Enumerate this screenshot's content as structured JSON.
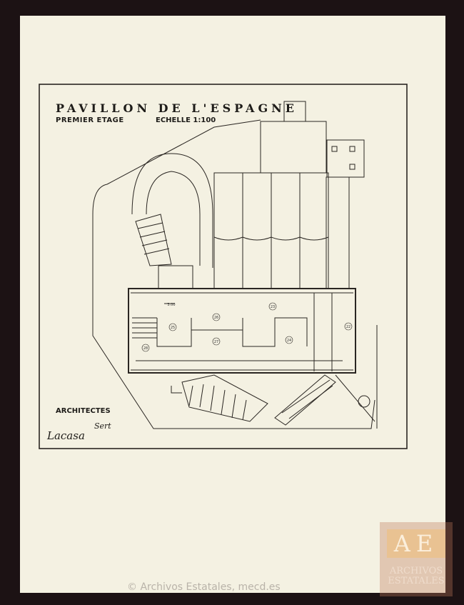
{
  "drawing": {
    "title": "PAVILLON DE L'ESPAGNE",
    "floor": "PREMIER ETAGE",
    "scale": "ECHELLE 1:100",
    "architects_label": "ARCHITECTES",
    "signatures": [
      "Lacasa",
      "Sert"
    ],
    "dimension_label": "3.00",
    "room_numbers": [
      "25",
      "26",
      "23",
      "27",
      "24",
      "28",
      "22"
    ]
  },
  "watermark": {
    "logo": "AE",
    "text": "ARCHIVOS ESTATALES"
  },
  "copyright": "© Archivos Estatales, mecd.es",
  "colors": {
    "paper": "#f4f1e2",
    "ink": "#1d1b18",
    "border": "#1c1214"
  }
}
